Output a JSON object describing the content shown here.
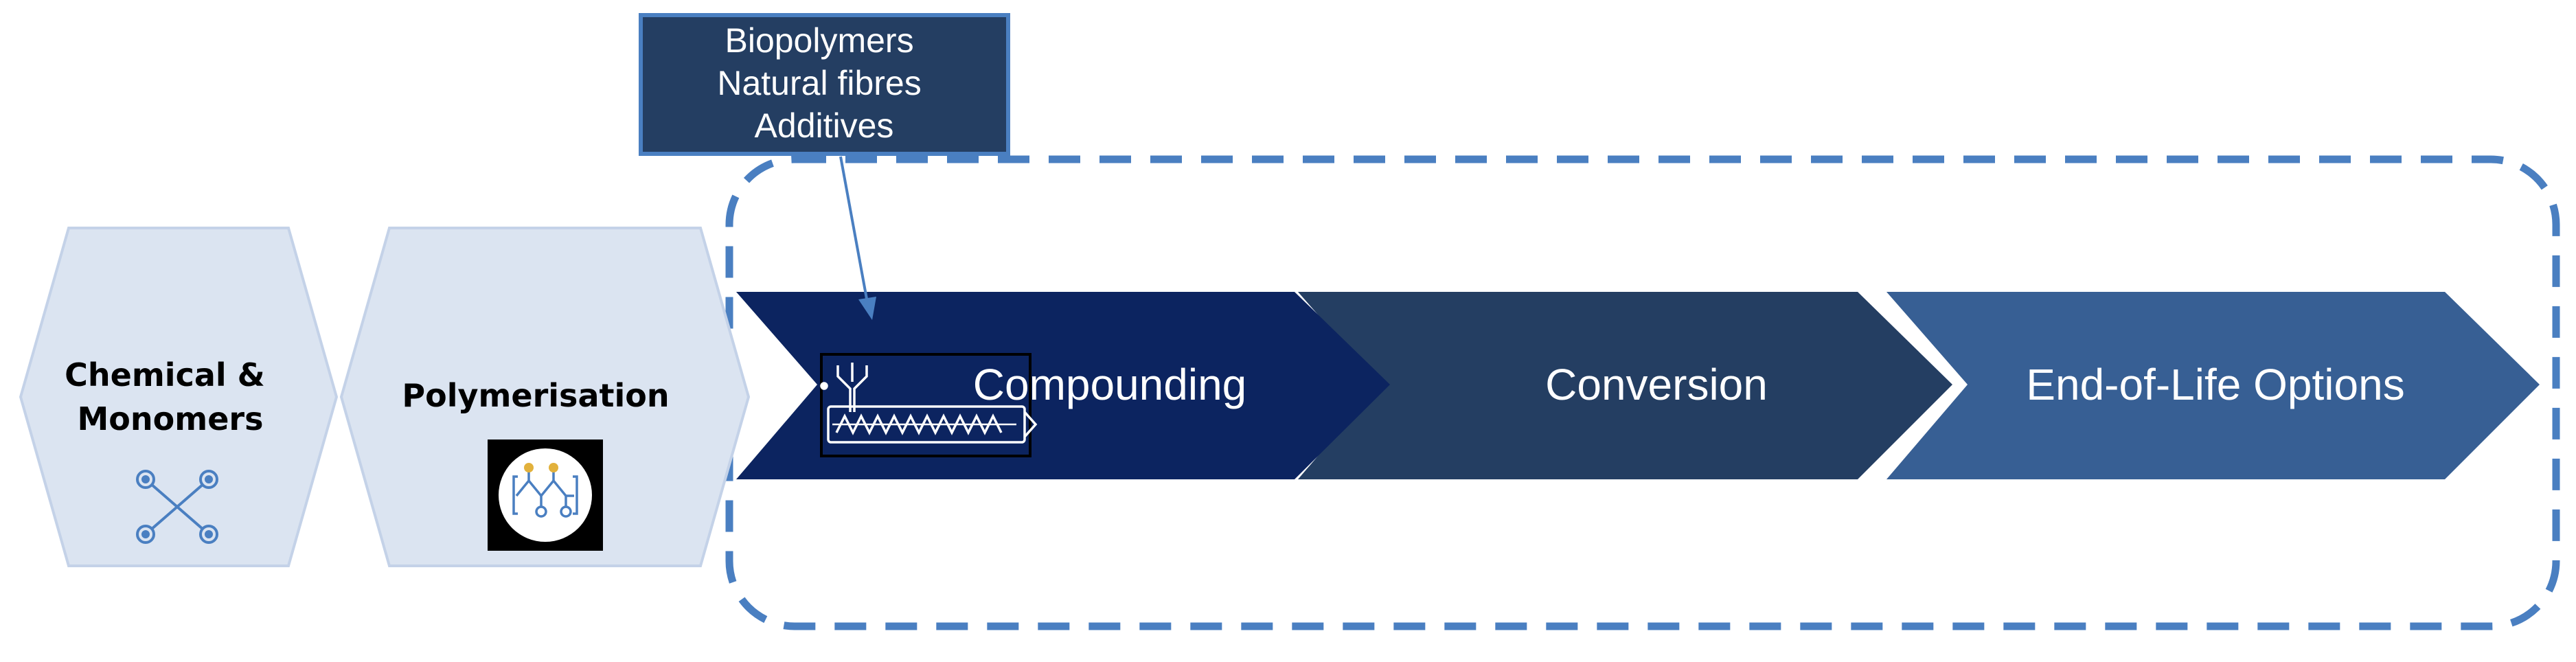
{
  "hexagons": [
    {
      "label_lines": [
        "Chemical &",
        "Monomers"
      ],
      "icon": "molecule-icon"
    },
    {
      "label_lines": [
        "Polymerisation"
      ],
      "icon": "polymer-chain-icon"
    }
  ],
  "process_steps": [
    {
      "label": "Compounding",
      "icon": "extruder-screw-icon",
      "color": "#0c2460"
    },
    {
      "label": "Conversion",
      "color": "#243e62"
    },
    {
      "label": "End-of-Life Options",
      "color": "#375f94"
    }
  ],
  "callout": {
    "lines": [
      "Biopolymers",
      "Natural fibres",
      "Additives"
    ],
    "color": "#243e62"
  },
  "colors": {
    "hexagon_fill": "#dbe4f1",
    "hexagon_stroke": "#c4d2e8",
    "dashed_border": "#4a7fc1",
    "icon_blue": "#4a7fc1",
    "icon_gold": "#e2b13c"
  }
}
